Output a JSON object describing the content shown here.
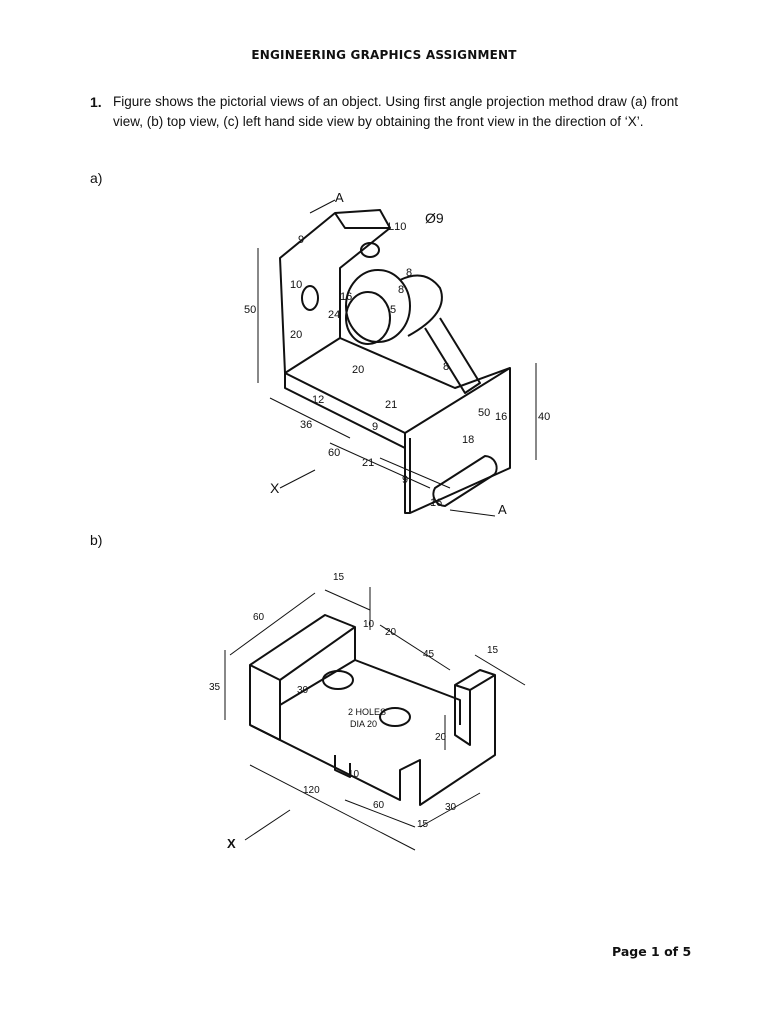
{
  "page": {
    "title": "ENGINEERING GRAPHICS ASSIGNMENT",
    "footer": "Page 1 of 5"
  },
  "question": {
    "number": "1.",
    "text": "Figure shows the pictorial views of an object. Using first angle projection method draw (a) front view, (b) top view, (c) left hand side view by obtaining the front view in the direction of ‘X’."
  },
  "figure_a": {
    "label": "a)",
    "dims": {
      "phi9": "Ø9",
      "l10": "L10",
      "d50": "50",
      "d40": "40",
      "d36": "36",
      "d60": "60",
      "d21a": "21",
      "d21b": "21",
      "d24": "24",
      "d16a": "16",
      "d16b": "16",
      "d16c": "16",
      "d10": "10",
      "d20a": "20",
      "d20b": "20",
      "d12": "12",
      "d9a": "9",
      "d9b": "9",
      "d9c": "9",
      "d8a": "8",
      "d8b": "8",
      "d8c": "8",
      "d5": "5",
      "d18": "18",
      "d50b": "50",
      "sectionA1": "A",
      "sectionA2": "A",
      "view_x": "X"
    }
  },
  "figure_b": {
    "label": "b)",
    "dims": {
      "d15a": "15",
      "d60a": "60",
      "d10a": "10",
      "d20a": "20",
      "d45": "45",
      "d15b": "15",
      "d35": "35",
      "d30a": "30",
      "holes1": "2 HOLES",
      "holes2": "DIA 20",
      "d20b": "20",
      "d10b": "10",
      "d120": "120",
      "d60b": "60",
      "d15c": "15",
      "d30b": "30",
      "view_x": "X"
    }
  }
}
